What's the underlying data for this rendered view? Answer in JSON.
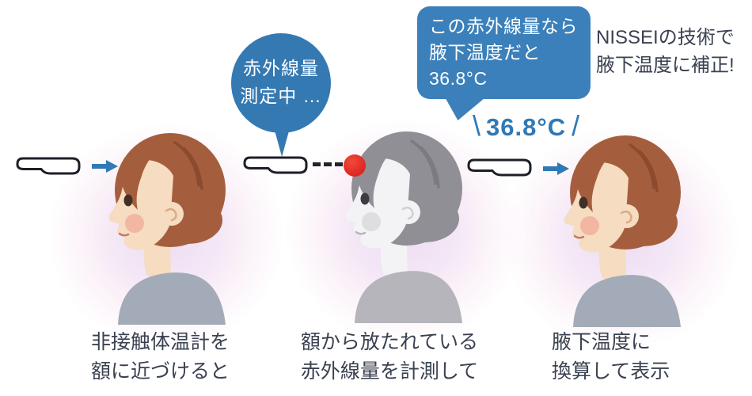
{
  "colors": {
    "accent_blue": "#2f79b6",
    "bubble_blue": "#3579b2",
    "bubble_blue2": "#3b80ba",
    "text_dark": "#3a4150",
    "laser_red": "#dc241e",
    "therm_outline": "#1c1f27"
  },
  "annotations": {
    "measuring_bubble": {
      "line1": "赤外線量",
      "line2": "測定中 …"
    },
    "result_bubble": {
      "line1": "この赤外線量なら",
      "line2": "腋下温度だと",
      "line3": "36.8°C"
    },
    "tech_note": {
      "line1": "NISSEIの技術で",
      "line2": "腋下温度に補正!"
    },
    "display_reading": {
      "emphasis_left": "\\",
      "value": "36.8°C",
      "emphasis_right": "/"
    }
  },
  "captions": [
    {
      "line1": "非接触体温計を",
      "line2": "額に近づけると"
    },
    {
      "line1": "額から放たれている",
      "line2": "赤外線量を計測して"
    },
    {
      "line1": "腋下温度に",
      "line2": "換算して表示"
    }
  ],
  "icons": [
    "thermometer-icon",
    "arrow-right-icon",
    "infrared-beam-icon",
    "measure-spot-icon",
    "person-profile-illustration"
  ]
}
